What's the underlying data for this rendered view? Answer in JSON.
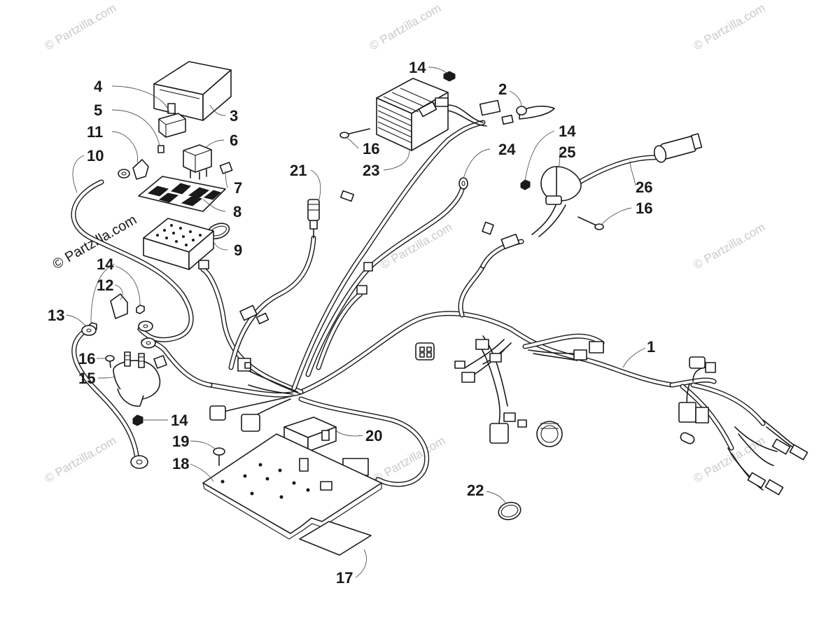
{
  "watermark": {
    "text": "© Partzilla.com",
    "prominent_text": "© Partzilla.com",
    "color": "#c9c9c9"
  },
  "callouts": [
    {
      "id": "c14a",
      "label": "14"
    },
    {
      "id": "c2",
      "label": "2"
    },
    {
      "id": "c4",
      "label": "4"
    },
    {
      "id": "c5",
      "label": "5"
    },
    {
      "id": "c3",
      "label": "3"
    },
    {
      "id": "c11",
      "label": "11"
    },
    {
      "id": "c6",
      "label": "6"
    },
    {
      "id": "c10",
      "label": "10"
    },
    {
      "id": "c7",
      "label": "7"
    },
    {
      "id": "c8",
      "label": "8"
    },
    {
      "id": "c9",
      "label": "9"
    },
    {
      "id": "c21",
      "label": "21"
    },
    {
      "id": "c16a",
      "label": "16"
    },
    {
      "id": "c23",
      "label": "23"
    },
    {
      "id": "c24",
      "label": "24"
    },
    {
      "id": "c14b",
      "label": "14"
    },
    {
      "id": "c25",
      "label": "25"
    },
    {
      "id": "c26",
      "label": "26"
    },
    {
      "id": "c16b",
      "label": "16"
    },
    {
      "id": "c14c",
      "label": "14"
    },
    {
      "id": "c12",
      "label": "12"
    },
    {
      "id": "c13",
      "label": "13"
    },
    {
      "id": "c16c",
      "label": "16"
    },
    {
      "id": "c15",
      "label": "15"
    },
    {
      "id": "c14d",
      "label": "14"
    },
    {
      "id": "c1",
      "label": "1"
    },
    {
      "id": "c19",
      "label": "19"
    },
    {
      "id": "c20",
      "label": "20"
    },
    {
      "id": "c18",
      "label": "18"
    },
    {
      "id": "c22",
      "label": "22"
    },
    {
      "id": "c17",
      "label": "17"
    }
  ]
}
